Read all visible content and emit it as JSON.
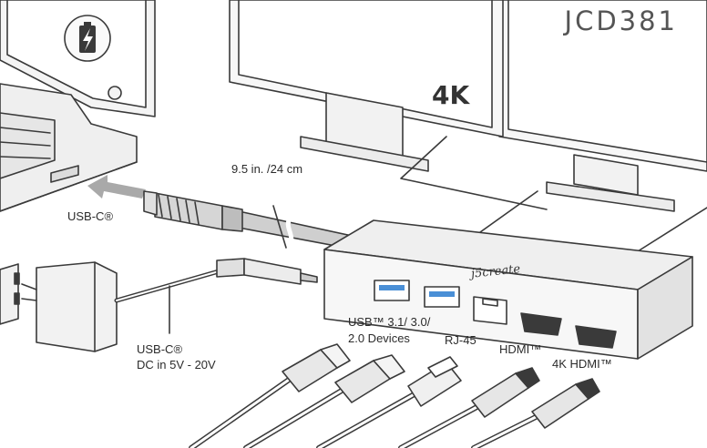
{
  "model": "JCD381",
  "monitor_resolution": "4K",
  "brand": "j5create",
  "labels": {
    "cable_length": "9.5 in. /24 cm",
    "usb_c_host": "USB-C®",
    "usb_c_dc_line1": "USB-C®",
    "usb_c_dc_line2": "DC in 5V - 20V",
    "usb_ports_line1": "USB™ 3.1/ 3.0/",
    "usb_ports_line2": "2.0 Devices",
    "rj45": "RJ-45",
    "hdmi": "HDMI™",
    "hdmi_4k": "4K HDMI™"
  },
  "icons": [
    "battery-charging-icon",
    "usb-a-connector",
    "rj45-connector",
    "hdmi-connector",
    "power-adapter",
    "monitor",
    "laptop",
    "hub"
  ],
  "colors": {
    "line": "#3a3a3a",
    "fill": "#e9e9e9",
    "usb_blue": "#4a8fd6"
  }
}
